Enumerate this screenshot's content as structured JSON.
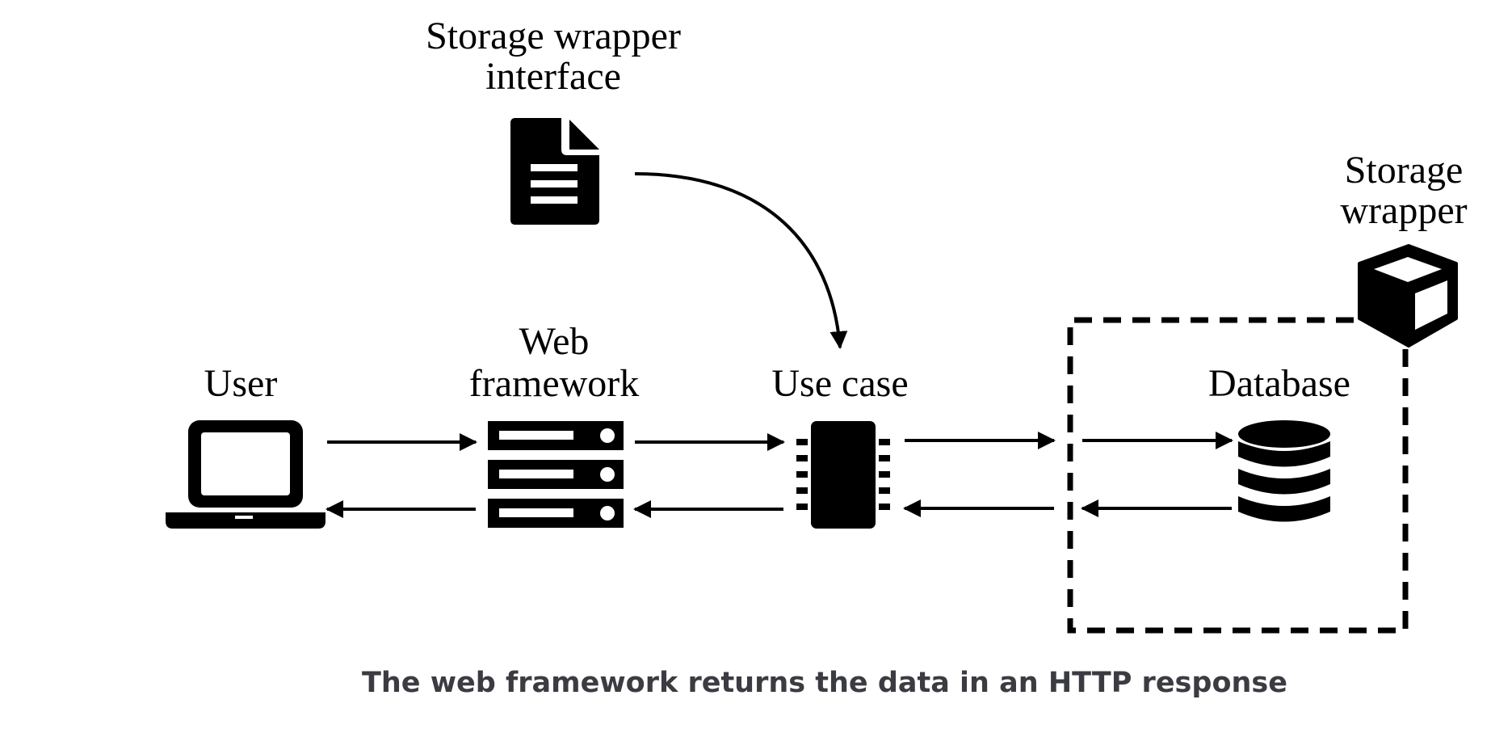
{
  "labels": {
    "storage_wrapper_interface_line1": "Storage wrapper",
    "storage_wrapper_interface_line2": "interface",
    "storage_wrapper_line1": "Storage",
    "storage_wrapper_line2": "wrapper",
    "user": "User",
    "web_framework_line1": "Web",
    "web_framework_line2": "framework",
    "use_case": "Use case",
    "database": "Database"
  },
  "caption": "The web framework returns the data in an HTTP response",
  "icons": {
    "user": "laptop-icon",
    "web_framework": "server-rack-icon",
    "use_case": "chip-icon",
    "database": "database-icon",
    "storage_wrapper_interface": "document-icon",
    "storage_wrapper": "cube-icon"
  },
  "colors": {
    "foreground": "#000000",
    "caption": "#3b3b42",
    "background": "#ffffff"
  }
}
